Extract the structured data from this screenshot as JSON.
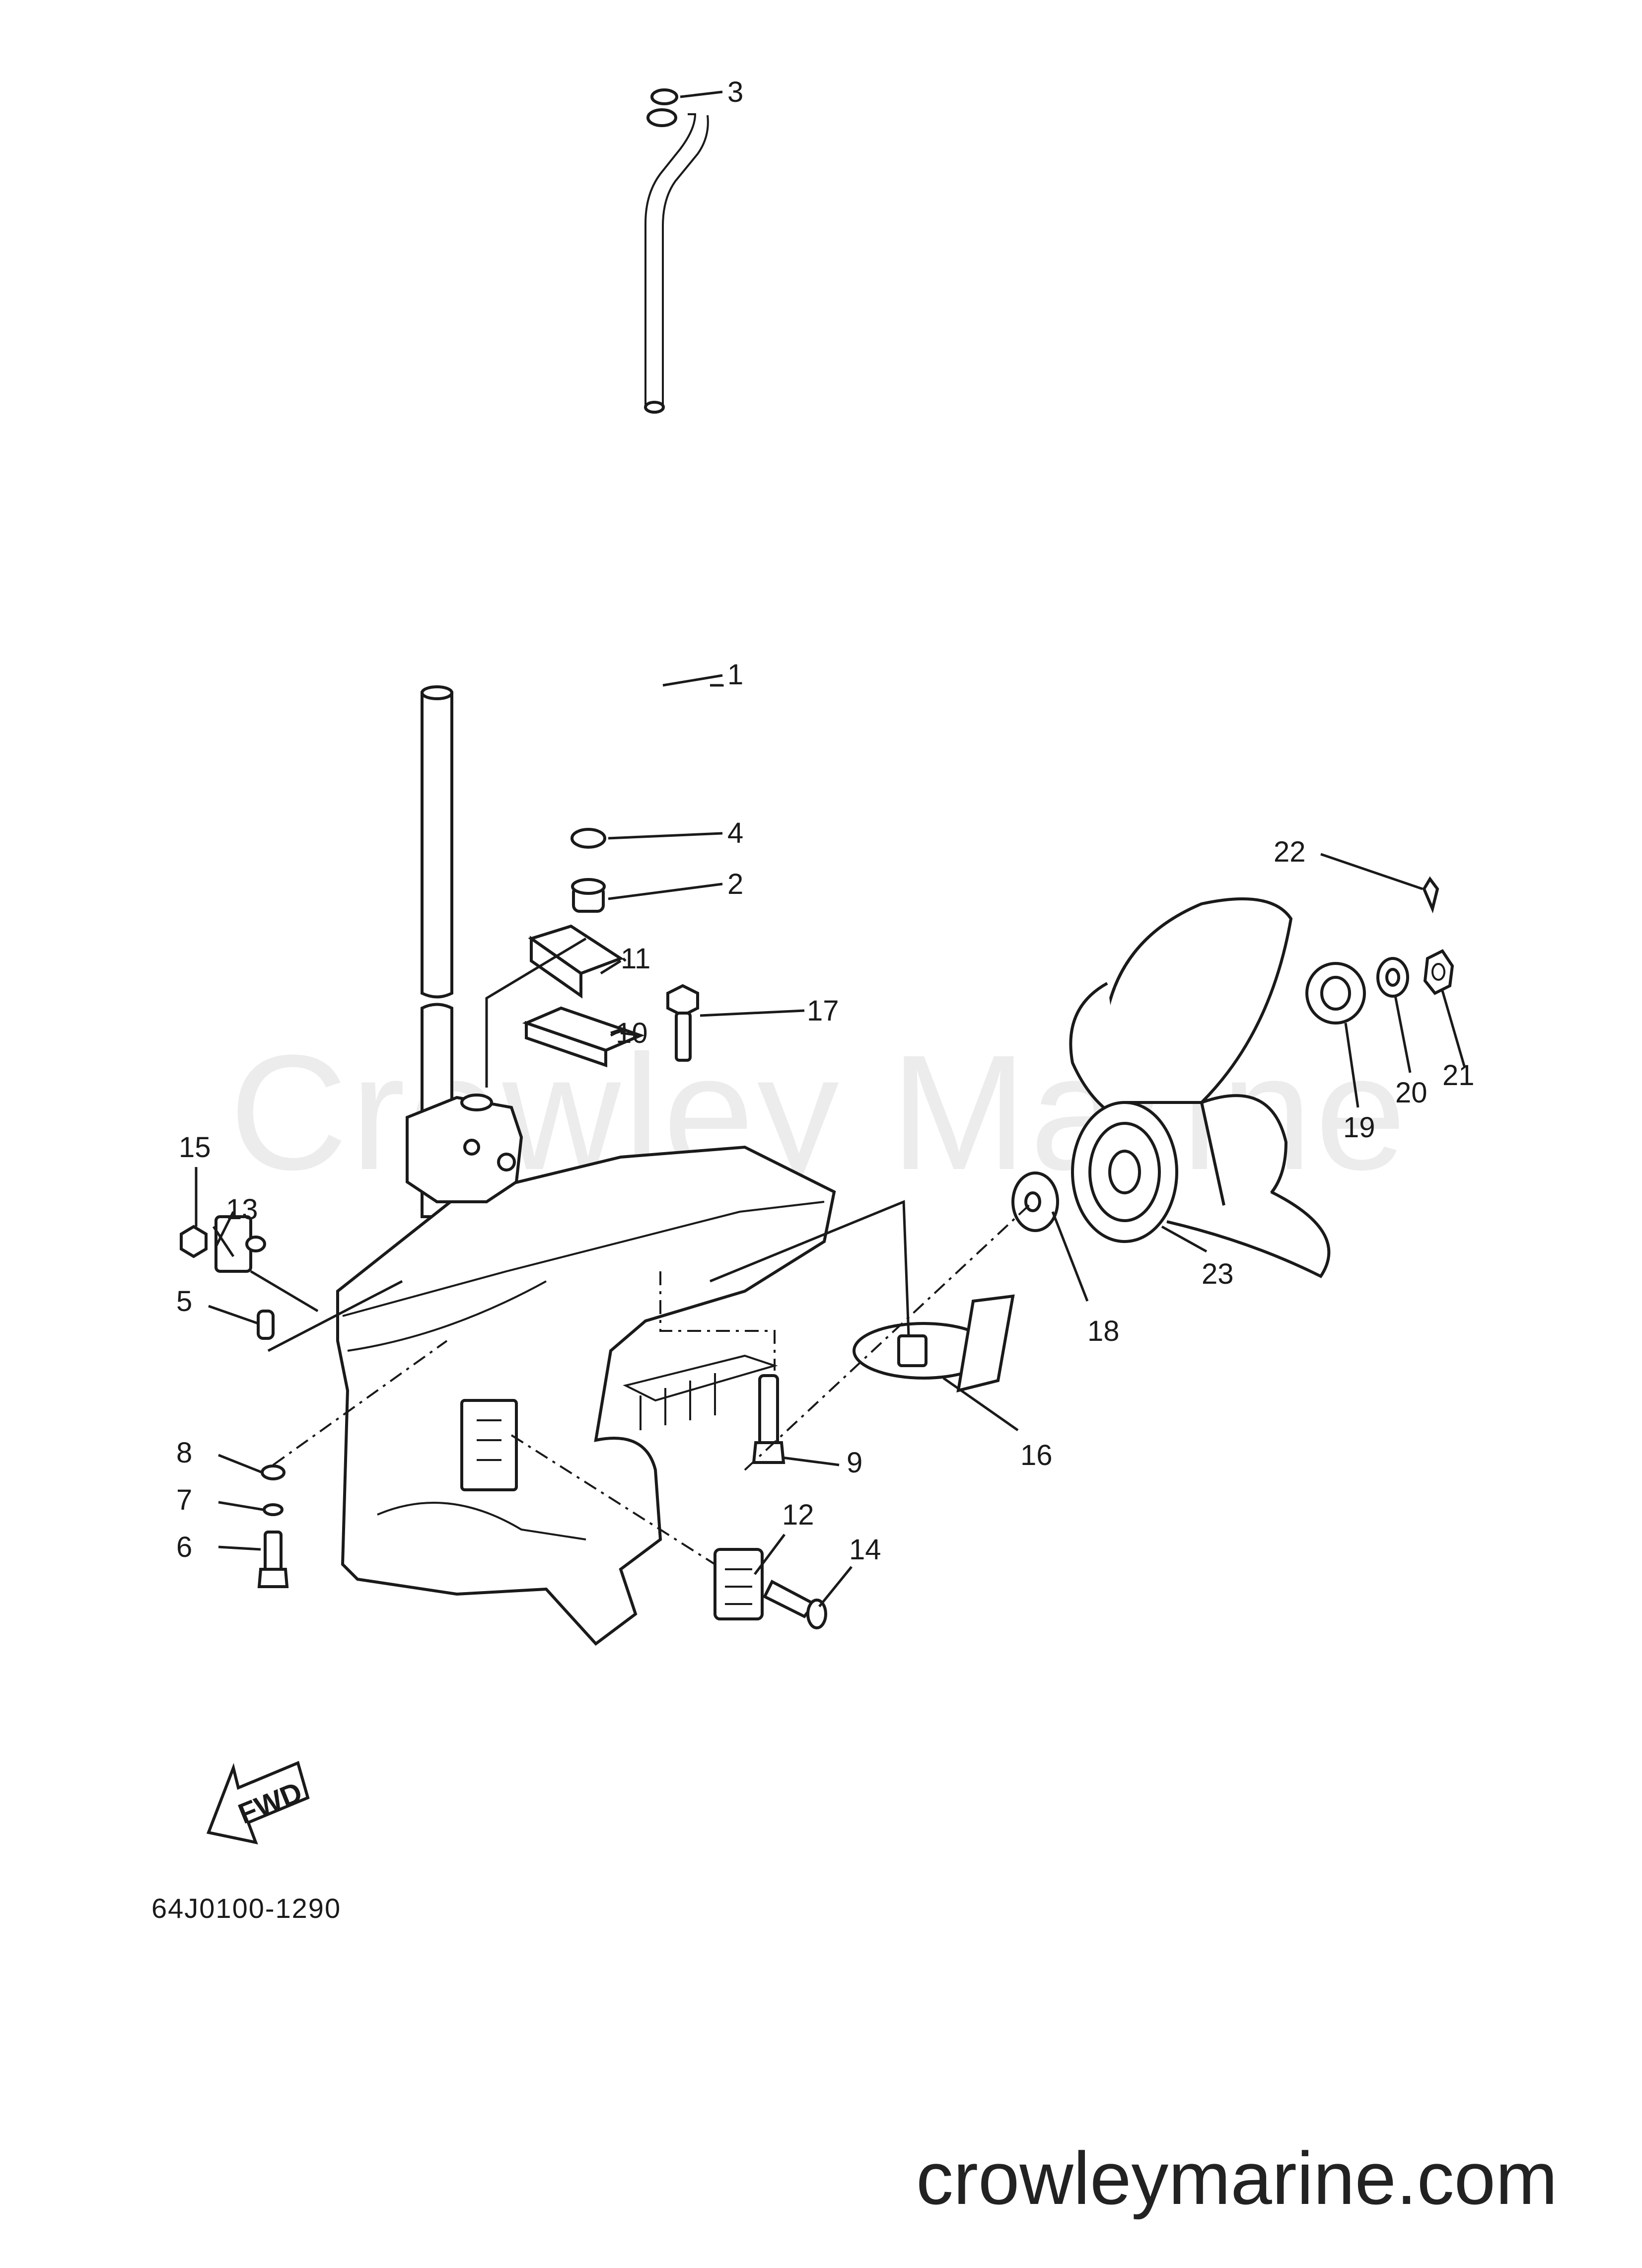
{
  "watermark_text": "Crowley Marine",
  "diagram_code": "64J0100-1290",
  "website": "crowleymarine.com",
  "fwd_label": "FWD",
  "callouts": [
    "1",
    "2",
    "3",
    "4",
    "5",
    "6",
    "7",
    "8",
    "9",
    "10",
    "11",
    "12",
    "13",
    "14",
    "15",
    "16",
    "17",
    "18",
    "19",
    "20",
    "21",
    "22",
    "23"
  ]
}
